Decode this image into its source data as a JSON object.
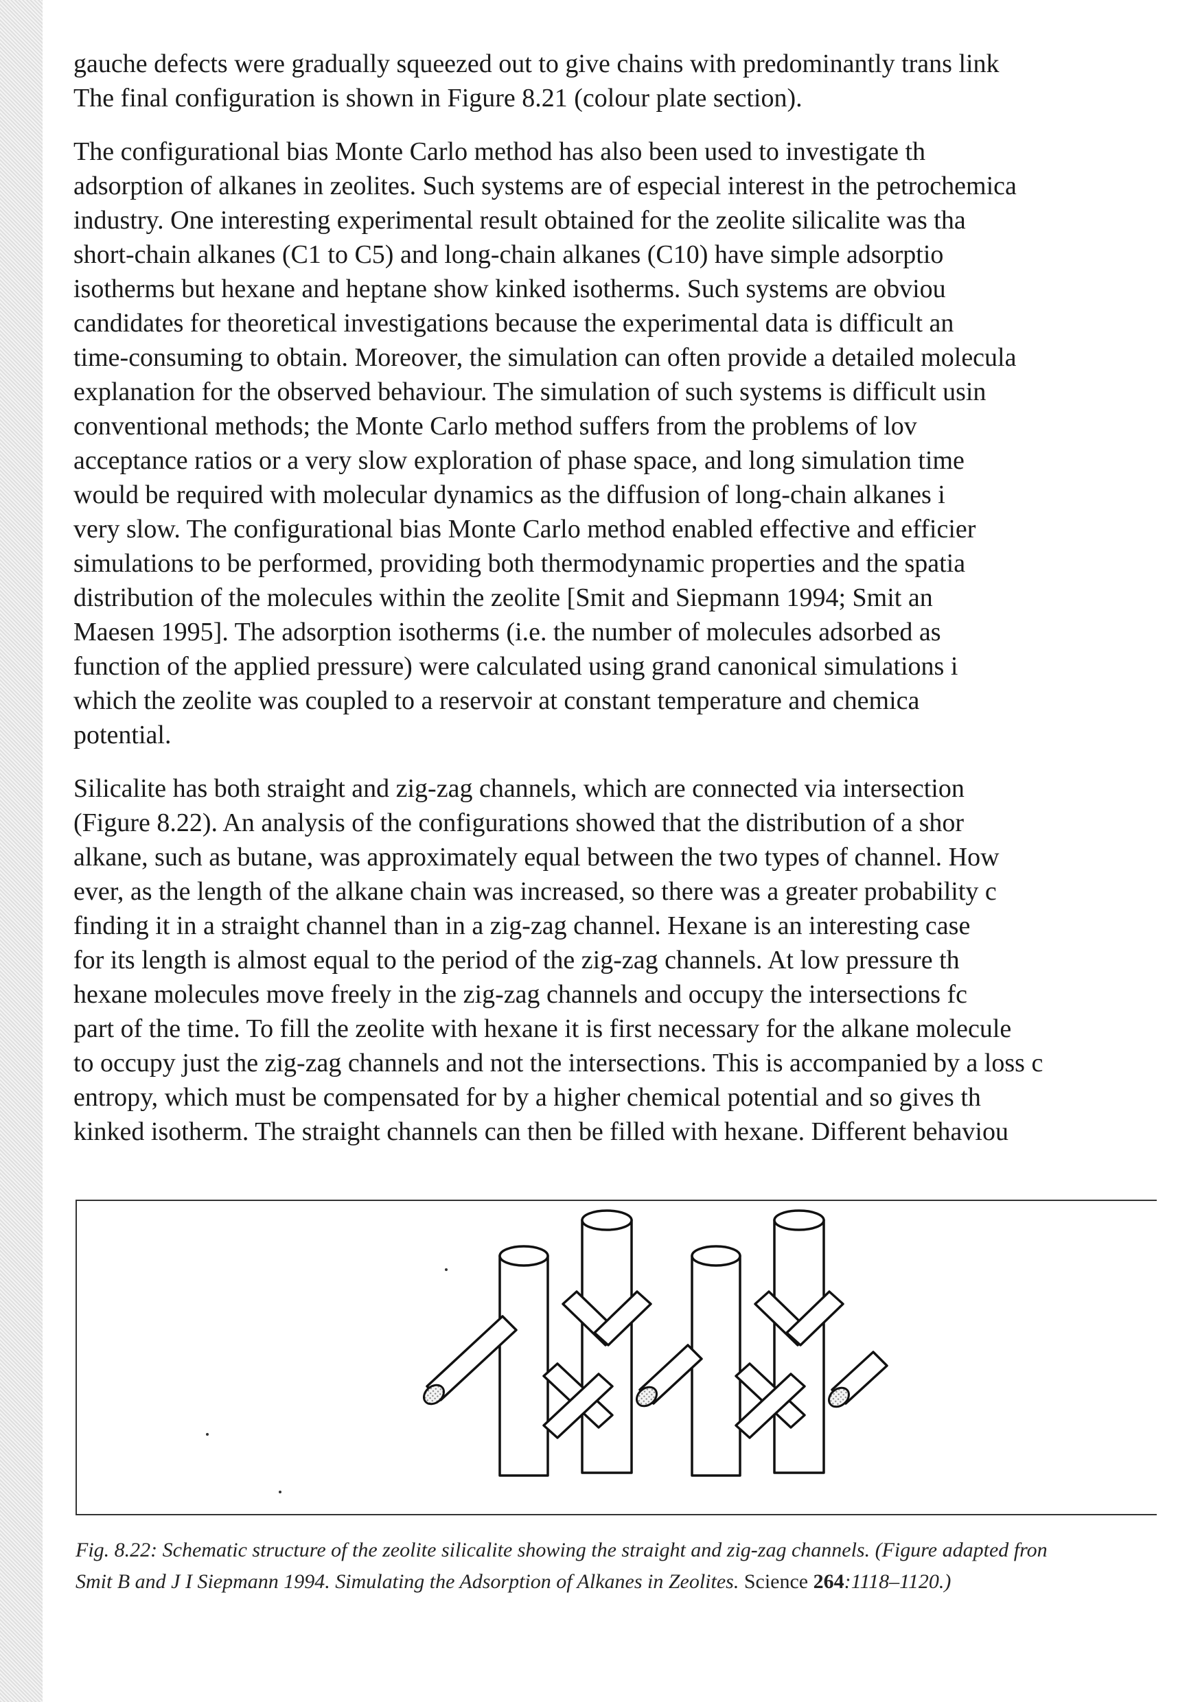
{
  "paragraphs": [
    {
      "lines": [
        "gauche defects were gradually squeezed out to give chains with predominantly trans link",
        "The final configuration is shown in Figure 8.21 (colour plate section)."
      ]
    },
    {
      "lines": [
        "The configurational bias Monte Carlo method has also been used to investigate th",
        "adsorption of alkanes in zeolites. Such systems are of especial interest in the petrochemica",
        "industry. One interesting experimental result obtained for the zeolite silicalite was tha",
        "short-chain alkanes (C1 to C5) and long-chain alkanes (C10) have simple adsorptio",
        "isotherms but hexane and heptane show kinked isotherms. Such systems are obviou",
        "candidates for theoretical investigations because the experimental data is difficult an",
        "time-consuming to obtain. Moreover, the simulation can often provide a detailed molecula",
        "explanation for the observed behaviour. The simulation of such systems is difficult usin",
        "conventional methods; the Monte Carlo method suffers from the problems of lov",
        "acceptance ratios or a very slow exploration of phase space, and long simulation time",
        "would be required with molecular dynamics as the diffusion of long-chain alkanes i",
        "very slow. The configurational bias Monte Carlo method enabled effective and efficier",
        "simulations to be performed, providing both thermodynamic properties and the spatia",
        "distribution of the molecules within the zeolite [Smit and Siepmann 1994; Smit an",
        "Maesen 1995]. The adsorption isotherms (i.e. the number of molecules adsorbed as",
        "function of the applied pressure) were calculated using grand canonical simulations i",
        "which the zeolite was coupled to a reservoir at constant temperature and chemica",
        "potential."
      ]
    },
    {
      "lines": [
        "Silicalite has both straight and zig-zag channels, which are connected via intersection",
        "(Figure 8.22). An analysis of the configurations showed that the distribution of a shor",
        "alkane, such as butane, was approximately equal between the two types of channel. How",
        "ever, as the length of the alkane chain was increased, so there was a greater probability c",
        "finding it in a straight channel than in a zig-zag channel. Hexane is an interesting case",
        "for its length is almost equal to the period of the zig-zag channels. At low pressure th",
        "hexane molecules move freely in the zig-zag channels and occupy the intersections fc",
        "part of the time. To fill the zeolite with hexane it is first necessary for the alkane molecule",
        "to occupy just the zig-zag channels and not the intersections. This is accompanied by a loss c",
        "entropy, which must be compensated for by a higher chemical potential and so gives th",
        "kinked isotherm. The straight channels can then be filled with hexane. Different behaviou"
      ]
    }
  ],
  "figure": {
    "caption_line1": "Fig. 8.22: Schematic structure of the zeolite silicalite showing the straight and zig-zag channels. (Figure adapted fron",
    "caption_line2a": "Smit B and J I Siepmann 1994. Simulating the Adsorption of Alkanes in Zeolites. ",
    "caption_journal": "Science",
    "caption_space": " ",
    "caption_volume": "264",
    "caption_pages": ":1118–1120.)"
  }
}
